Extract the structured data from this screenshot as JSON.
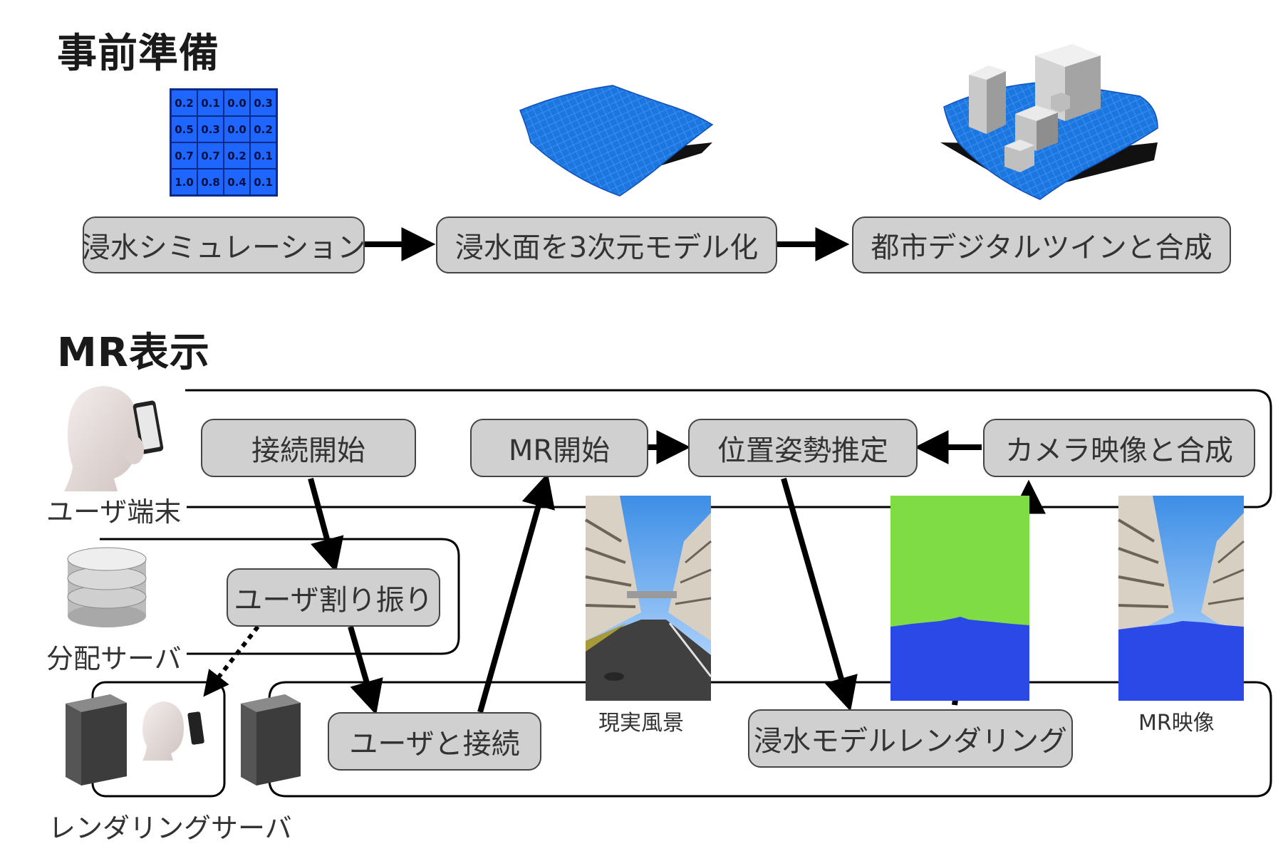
{
  "sections": {
    "prep_title": "事前準備",
    "mr_title": "MR表示"
  },
  "prep": {
    "grid_values": [
      [
        "0.2",
        "0.1",
        "0.0",
        "0.3"
      ],
      [
        "0.5",
        "0.3",
        "0.0",
        "0.2"
      ],
      [
        "0.7",
        "0.7",
        "0.2",
        "0.1"
      ],
      [
        "1.0",
        "0.8",
        "0.4",
        "0.1"
      ]
    ],
    "steps": [
      "浸水シミュレーション",
      "浸水面を3次元モデル化",
      "都市デジタルツインと合成"
    ]
  },
  "lanes": {
    "user": "ユーザ端末",
    "dispatch": "分配サーバ",
    "render": "レンダリングサーバ"
  },
  "mr": {
    "connect_start": "接続開始",
    "mr_start": "MR開始",
    "pose_estimation": "位置姿勢推定",
    "camera_composite": "カメラ映像と合成",
    "user_assign": "ユーザ割り振り",
    "user_connect": "ユーザと接続",
    "flood_render": "浸水モデルレンダリング"
  },
  "captions": {
    "real_scene": "現実風景",
    "mr_image": "MR映像"
  },
  "colors": {
    "box_fill": "#d0d0d0",
    "water_blue": "#1f66ff",
    "mask_green": "#7fdc45",
    "mask_blue": "#2b49e6"
  }
}
